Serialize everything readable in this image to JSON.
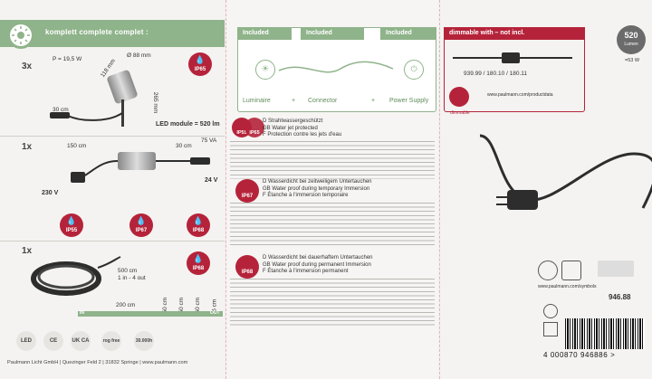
{
  "header": {
    "title": "komplett  complete  complet :"
  },
  "rows": [
    {
      "qty": "3x",
      "power": "P = 19,5 W",
      "d1": "118 mm",
      "d2": "Ø 88 mm",
      "d3": "265 mm",
      "cable": "30 cm",
      "ip": "IP65",
      "module": "LED module = 520 lm"
    },
    {
      "qty": "1x",
      "len1": "150 cm",
      "len2": "30 cm",
      "power": "75 VA",
      "vin": "230 V",
      "vout": "24 V",
      "ips": [
        "IP55",
        "IP67",
        "IP68"
      ]
    },
    {
      "qty": "1x",
      "len": "500 cm",
      "split": "1 in - 4 out",
      "len200": "200 cm",
      "len150a": "150 cm",
      "len150b": "150 cm",
      "len150c": "150 cm",
      "len15": "15 cm",
      "in": "IN",
      "out": "OUT",
      "ip": "IP68"
    }
  ],
  "footer": {
    "logos": [
      "LED",
      "CE",
      "UK CA",
      "rog free",
      "30.000h"
    ],
    "address": "Paulmann Licht GmbH | Quezinger Feld 2 | 31832 Springe | www.paulmann.com"
  },
  "included": {
    "labels": [
      "Included",
      "Included",
      "Included"
    ],
    "items": [
      "Luminaire",
      "Connector",
      "Power Supply"
    ],
    "plus": "+"
  },
  "ip_sections": [
    {
      "badges": [
        "IP55",
        "IP65"
      ],
      "lines": [
        "D Strahlwassergeschützt",
        "GB Water jet protected",
        "F Protection contre les jets d'eau"
      ]
    },
    {
      "badges": [
        "IP67"
      ],
      "lines": [
        "D Wasserdicht bei zeitweiligem Untertauchen",
        "GB Water proof during temporary Immersion",
        "F Étanche à l'immersion temporaire"
      ]
    },
    {
      "badges": [
        "IP68"
      ],
      "lines": [
        "D Wasserdicht bei dauerhaftem Untertauchen",
        "GB Water proof during permanent Immersion",
        "F Étanche à l'immersion permanent"
      ]
    }
  ],
  "right": {
    "dimmable": "dimmable with – not incl.",
    "lumen_value": "520",
    "lumen_unit": "Lumen",
    "watt": "=53 W",
    "article_nums": "939.99 / 180.10 / 180.11",
    "url1": "www.paulmann.com/productdata",
    "url2": "www.paulmann.com/symbols",
    "article": "946.88",
    "ean": "4 000870 946886 >",
    "dimmable_badge": "dimmable"
  },
  "colors": {
    "green": "#8fb38a",
    "red": "#b5233a"
  }
}
